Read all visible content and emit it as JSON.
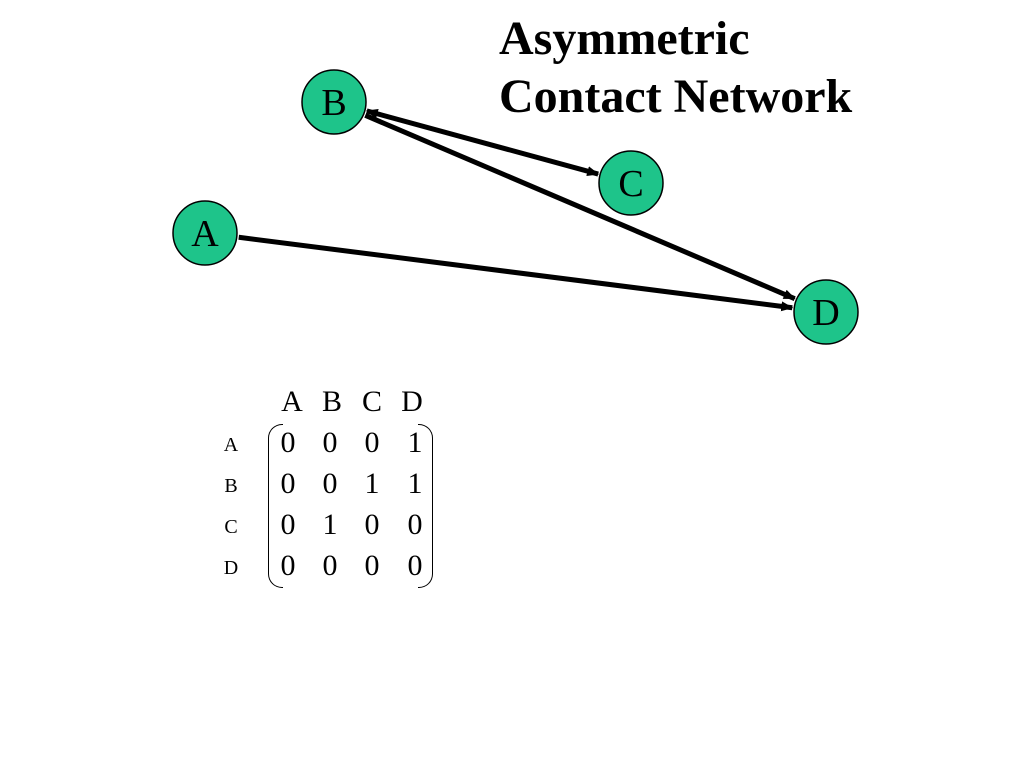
{
  "title": {
    "line1": "Asymmetric",
    "line2": "Contact Network"
  },
  "colors": {
    "node_fill": "#1ec48a",
    "edge": "#000000",
    "text": "#000000"
  },
  "nodes": [
    {
      "id": "A",
      "label": "A"
    },
    {
      "id": "B",
      "label": "B"
    },
    {
      "id": "C",
      "label": "C"
    },
    {
      "id": "D",
      "label": "D"
    }
  ],
  "edges": [
    {
      "from": "A",
      "to": "D",
      "bidirectional": false
    },
    {
      "from": "B",
      "to": "D",
      "bidirectional": false
    },
    {
      "from": "B",
      "to": "C",
      "bidirectional": true
    }
  ],
  "matrix": {
    "col_labels": [
      "A",
      "B",
      "C",
      "D"
    ],
    "row_labels": [
      "A",
      "B",
      "C",
      "D"
    ],
    "rows": [
      [
        "0",
        "0",
        "0",
        "1"
      ],
      [
        "0",
        "0",
        "1",
        "1"
      ],
      [
        "0",
        "1",
        "0",
        "0"
      ],
      [
        "0",
        "0",
        "0",
        "0"
      ]
    ]
  }
}
